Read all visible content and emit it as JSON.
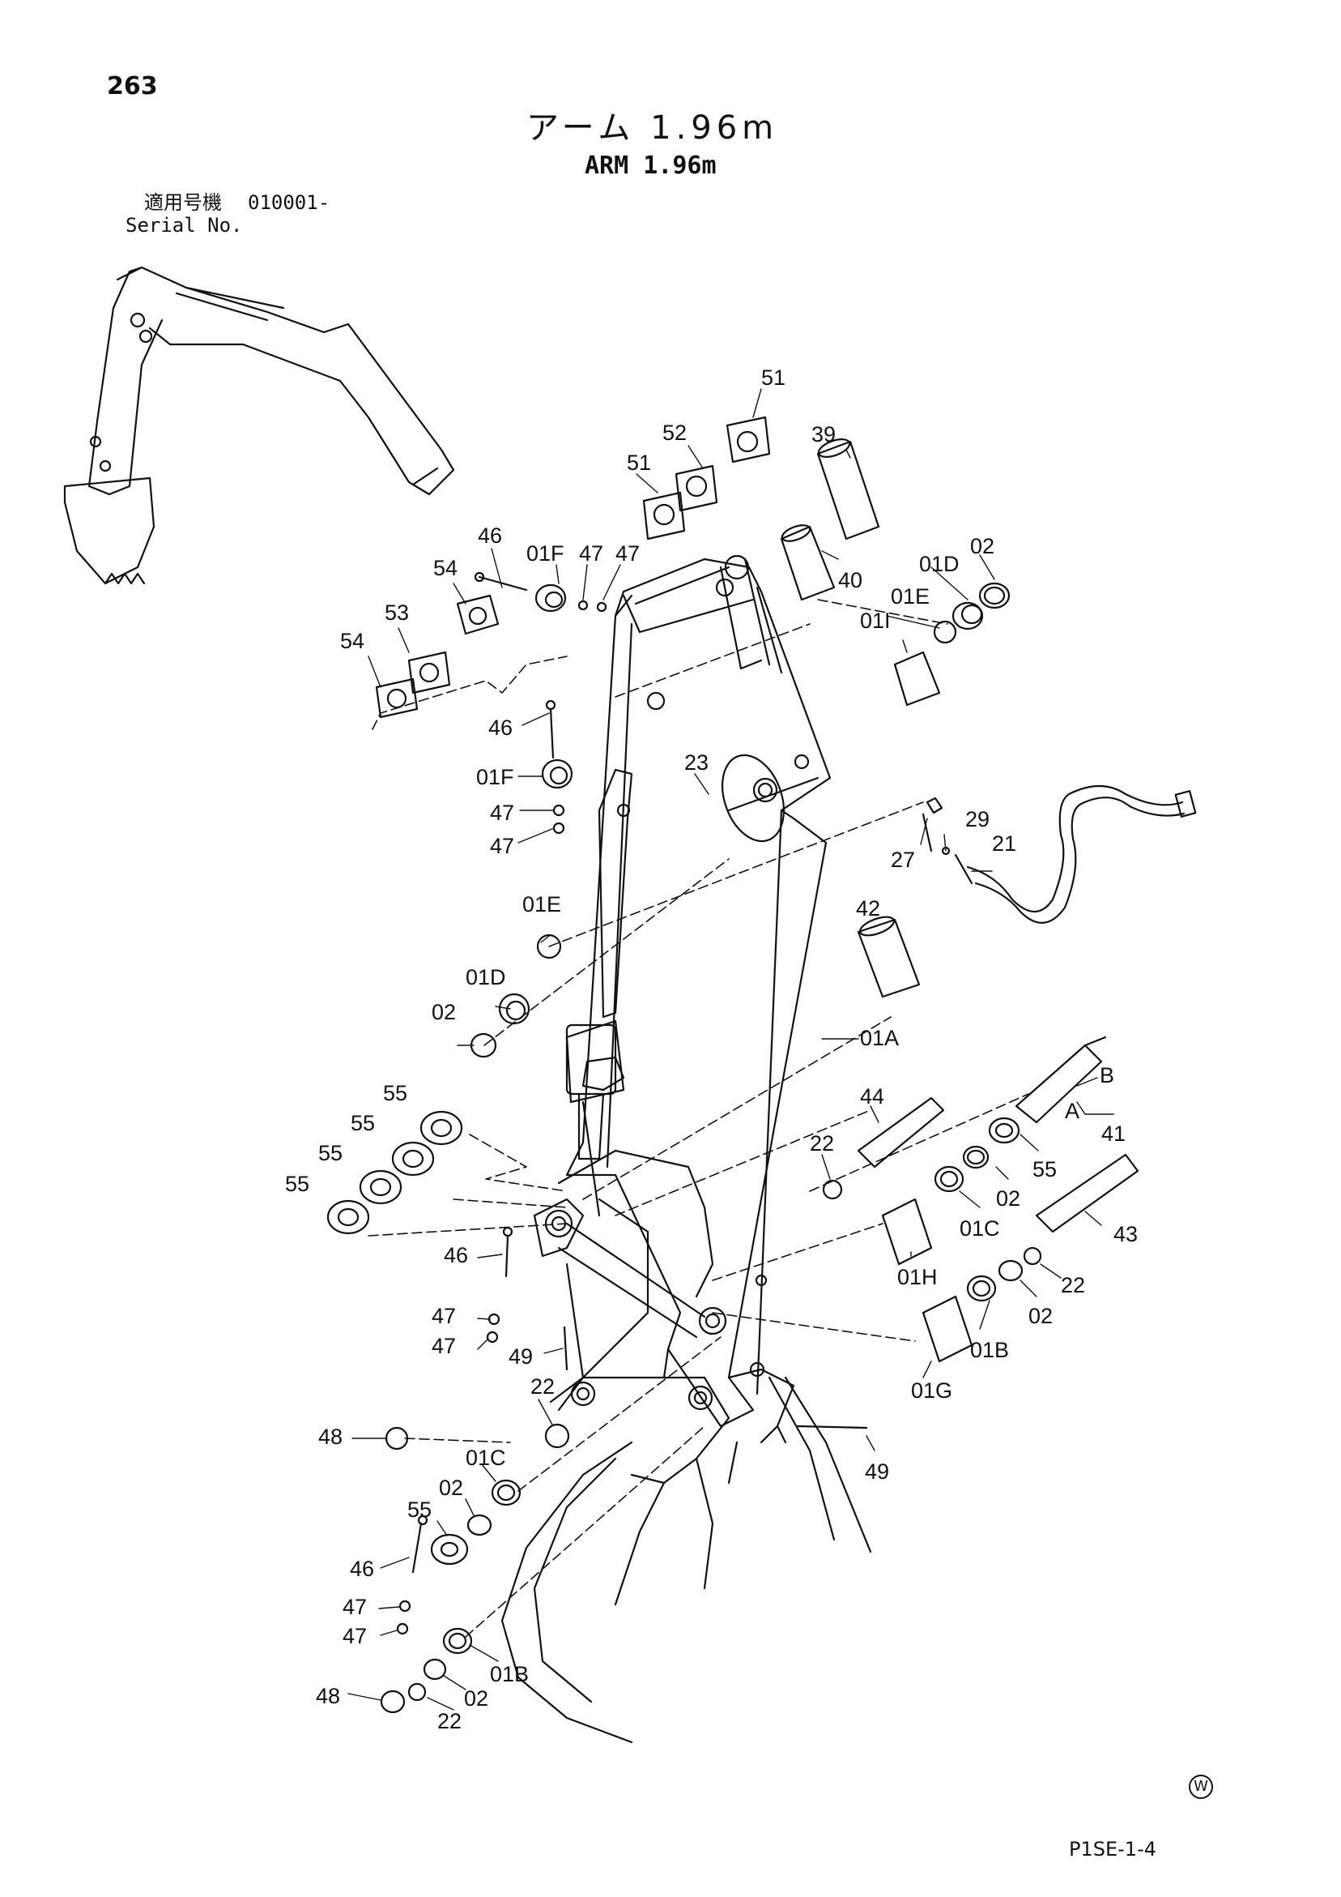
{
  "header": {
    "page_number": "263",
    "title_jp": "アーム 1.96m",
    "title_en": "ARM 1.96m",
    "serial_label_jp": "適用号機",
    "serial_value": "010001-",
    "serial_label_en": "Serial No."
  },
  "footer": {
    "code": "P1SE-1-4",
    "mark": "W"
  },
  "callouts": [
    {
      "id": "c51a",
      "label": "51"
    },
    {
      "id": "c52",
      "label": "52"
    },
    {
      "id": "c51b",
      "label": "51"
    },
    {
      "id": "c39",
      "label": "39"
    },
    {
      "id": "c40",
      "label": "40"
    },
    {
      "id": "c46a",
      "label": "46"
    },
    {
      "id": "c01Fa",
      "label": "01F"
    },
    {
      "id": "c47a",
      "label": "47"
    },
    {
      "id": "c47b",
      "label": "47"
    },
    {
      "id": "c54a",
      "label": "54"
    },
    {
      "id": "c53",
      "label": "53"
    },
    {
      "id": "c54b",
      "label": "54"
    },
    {
      "id": "c01D",
      "label": "01D"
    },
    {
      "id": "c02a",
      "label": "02"
    },
    {
      "id": "c01E",
      "label": "01E"
    },
    {
      "id": "c01I",
      "label": "01I"
    },
    {
      "id": "c46b",
      "label": "46"
    },
    {
      "id": "c01Fb",
      "label": "01F"
    },
    {
      "id": "c47c",
      "label": "47"
    },
    {
      "id": "c47d",
      "label": "47"
    },
    {
      "id": "c23",
      "label": "23"
    },
    {
      "id": "c29",
      "label": "29"
    },
    {
      "id": "c27",
      "label": "27"
    },
    {
      "id": "c21",
      "label": "21"
    },
    {
      "id": "c42",
      "label": "42"
    },
    {
      "id": "c01Eb",
      "label": "01E"
    },
    {
      "id": "c01Db",
      "label": "01D"
    },
    {
      "id": "c02b",
      "label": "02"
    },
    {
      "id": "c01A",
      "label": "01A"
    },
    {
      "id": "cB",
      "label": "B"
    },
    {
      "id": "cA",
      "label": "A"
    },
    {
      "id": "c41",
      "label": "41"
    },
    {
      "id": "c44",
      "label": "44"
    },
    {
      "id": "c55a",
      "label": "55"
    },
    {
      "id": "c55b",
      "label": "55"
    },
    {
      "id": "c55c",
      "label": "55"
    },
    {
      "id": "c55d",
      "label": "55"
    },
    {
      "id": "c22a",
      "label": "22"
    },
    {
      "id": "c55e",
      "label": "55"
    },
    {
      "id": "c02c",
      "label": "02"
    },
    {
      "id": "c01C",
      "label": "01C"
    },
    {
      "id": "c43",
      "label": "43"
    },
    {
      "id": "c46c",
      "label": "46"
    },
    {
      "id": "c01H",
      "label": "01H"
    },
    {
      "id": "c22b",
      "label": "22"
    },
    {
      "id": "c02d",
      "label": "02"
    },
    {
      "id": "c47e",
      "label": "47"
    },
    {
      "id": "c47f",
      "label": "47"
    },
    {
      "id": "c49a",
      "label": "49"
    },
    {
      "id": "c01B",
      "label": "01B"
    },
    {
      "id": "c01G",
      "label": "01G"
    },
    {
      "id": "c22c",
      "label": "22"
    },
    {
      "id": "c48a",
      "label": "48"
    },
    {
      "id": "c49b",
      "label": "49"
    },
    {
      "id": "c01Cb",
      "label": "01C"
    },
    {
      "id": "c02e",
      "label": "02"
    },
    {
      "id": "c55f",
      "label": "55"
    },
    {
      "id": "c46d",
      "label": "46"
    },
    {
      "id": "c47g",
      "label": "47"
    },
    {
      "id": "c47h",
      "label": "47"
    },
    {
      "id": "c01Bb",
      "label": "01B"
    },
    {
      "id": "c02f",
      "label": "02"
    },
    {
      "id": "c48b",
      "label": "48"
    },
    {
      "id": "c22d",
      "label": "22"
    }
  ]
}
